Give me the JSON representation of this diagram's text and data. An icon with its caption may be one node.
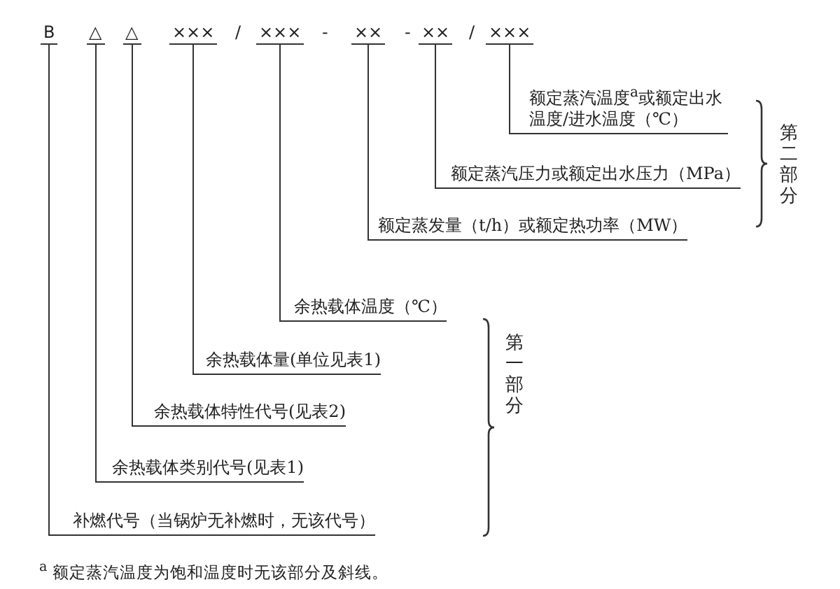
{
  "diagram": {
    "nodes": [
      {
        "text": [
          "B"
        ]
      },
      {
        "text": [
          "△"
        ]
      },
      {
        "text": [
          "△"
        ]
      },
      {
        "text": [
          "×××"
        ]
      },
      {
        "text": [
          "×××"
        ]
      },
      {
        "text": [
          "××"
        ]
      },
      {
        "text": [
          "××"
        ]
      },
      {
        "text": [
          "×××"
        ]
      },
      {
        "text": [
          "额定蒸汽温度$^{a}$或额定出水温度/进水温度（℃）"
        ]
      },
      {
        "text": [
          "额定蒸汽压力或额定出水压力（MPa）"
        ]
      },
      {
        "text": [
          "额定蒸发量（t/h）或额定热功率（MW）"
        ]
      },
      {
        "text": [
          "余热载体温度（℃）"
        ]
      },
      {
        "text": [
          "余热载体量(单位见表1)"
        ]
      },
      {
        "text": [
          "余热载体特性代号(见表2)"
        ]
      },
      {
        "text": [
          "余热载体类别代号(见表1)"
        ]
      },
      {
        "text": [
          "补燃代号（当锅炉无补燃时，无该代号）"
        ]
      }
    ],
    "edges": [
      {
        "from": 8,
        "to": 7,
        "arrow": "none"
      },
      {
        "from": 9,
        "to": 6,
        "arrow": "none"
      },
      {
        "from": 10,
        "to": 5,
        "arrow": "none"
      },
      {
        "from": 11,
        "to": 4,
        "arrow": "none"
      },
      {
        "from": 12,
        "to": 3,
        "arrow": "none"
      },
      {
        "from": 13,
        "to": 2,
        "arrow": "none"
      },
      {
        "from": 14,
        "to": 1,
        "arrow": "none"
      },
      {
        "from": 15,
        "to": 0,
        "arrow": "none"
      }
    ],
    "labels": [
      "/",
      "-",
      "-",
      "/",
      "第二部分",
      "第一部分",
      "$^{a}$ 额定蒸汽温度为饱和温度时无该部分及斜线。"
    ]
  }
}
